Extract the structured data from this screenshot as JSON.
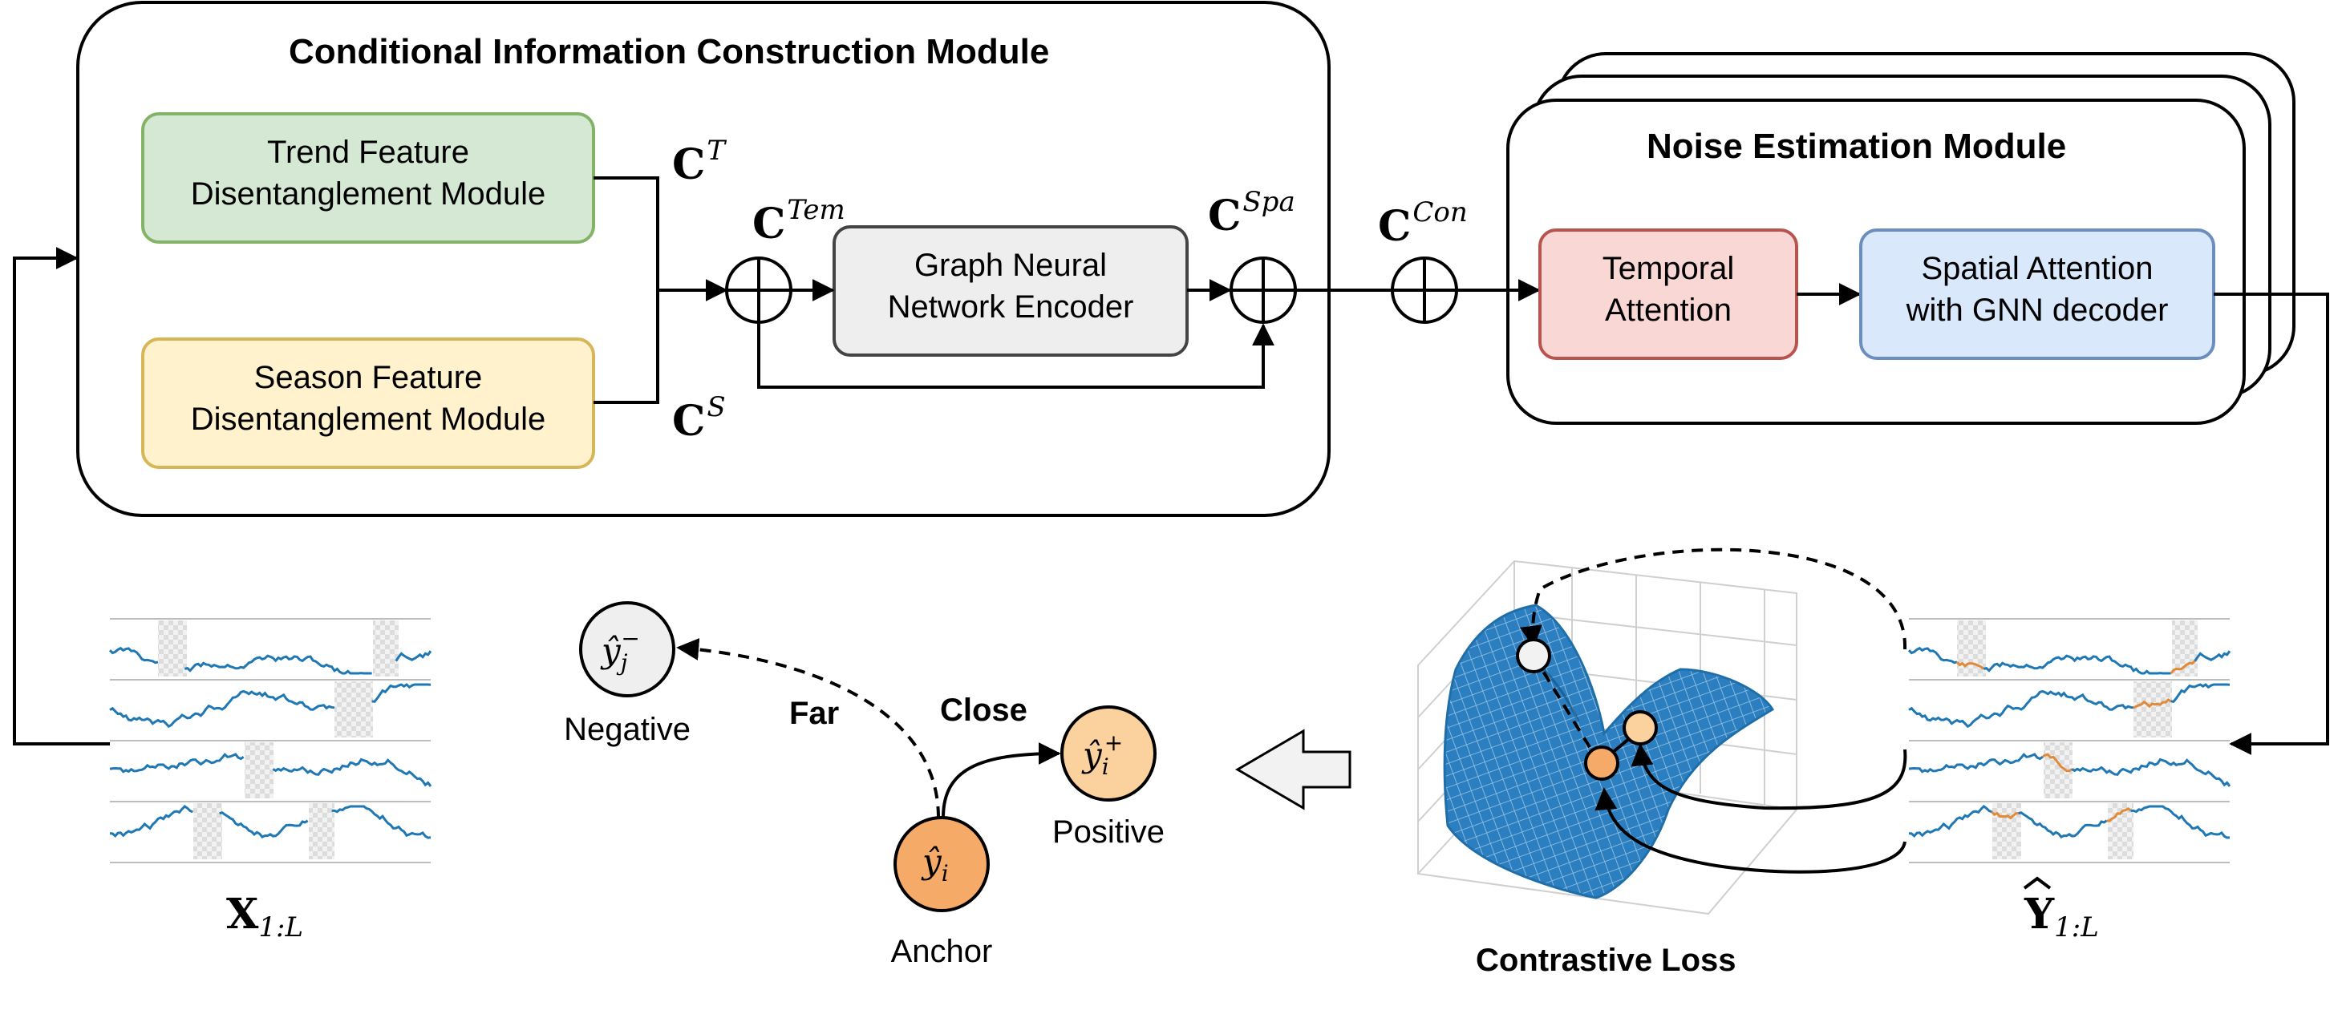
{
  "condition_module": {
    "title": "Conditional Information Construction Module",
    "trend_box": {
      "line1": "Trend Feature",
      "line2": "Disentanglement Module"
    },
    "season_box": {
      "line1": "Season Feature",
      "line2": "Disentanglement Module"
    },
    "gnn_box": {
      "line1": "Graph Neural",
      "line2": "Network Encoder"
    },
    "labels": {
      "ct": {
        "base": "C",
        "sup": "T"
      },
      "cs": {
        "base": "C",
        "sup": "S"
      },
      "ctem": {
        "base": "C",
        "sup": "Tem"
      },
      "cspa": {
        "base": "C",
        "sup": "Spa"
      }
    }
  },
  "ccon": {
    "base": "C",
    "sup": "Con"
  },
  "noise_module": {
    "title": "Noise Estimation Module",
    "temporal_box": {
      "line1": "Temporal",
      "line2": "Attention"
    },
    "spatial_box": {
      "line1": "Spatial Attention",
      "line2": "with GNN decoder"
    }
  },
  "input_label": {
    "base": "X",
    "sub": "1:L"
  },
  "output_label": {
    "base": "Y",
    "sub": "1:L"
  },
  "contrast": {
    "negative": {
      "symbol": "ŷ",
      "sub": "j",
      "sup": "−",
      "label": "Negative"
    },
    "positive": {
      "symbol": "ŷ",
      "sub": "i",
      "sup": "+",
      "label": "Positive"
    },
    "anchor": {
      "symbol": "ŷ",
      "sub": "i",
      "label": "Anchor"
    },
    "far_label": "Far",
    "close_label": "Close",
    "loss_label": "Contrastive Loss"
  },
  "colors": {
    "trend_fill": "#d5e8d4",
    "trend_stroke": "#82b366",
    "season_fill": "#fff2cc",
    "season_stroke": "#d6b656",
    "gnn_fill": "#eeeeee",
    "gnn_stroke": "#444444",
    "temporal_fill": "#f8d7d5",
    "temporal_stroke": "#b85450",
    "spatial_fill": "#dae8fc",
    "spatial_stroke": "#6c8ebf",
    "series_line": "#1f77b4",
    "imputed_line": "#e08a3c",
    "node_orange": "#f5ab67",
    "node_light_orange": "#fbd19d",
    "surface": "#1f77b4"
  }
}
